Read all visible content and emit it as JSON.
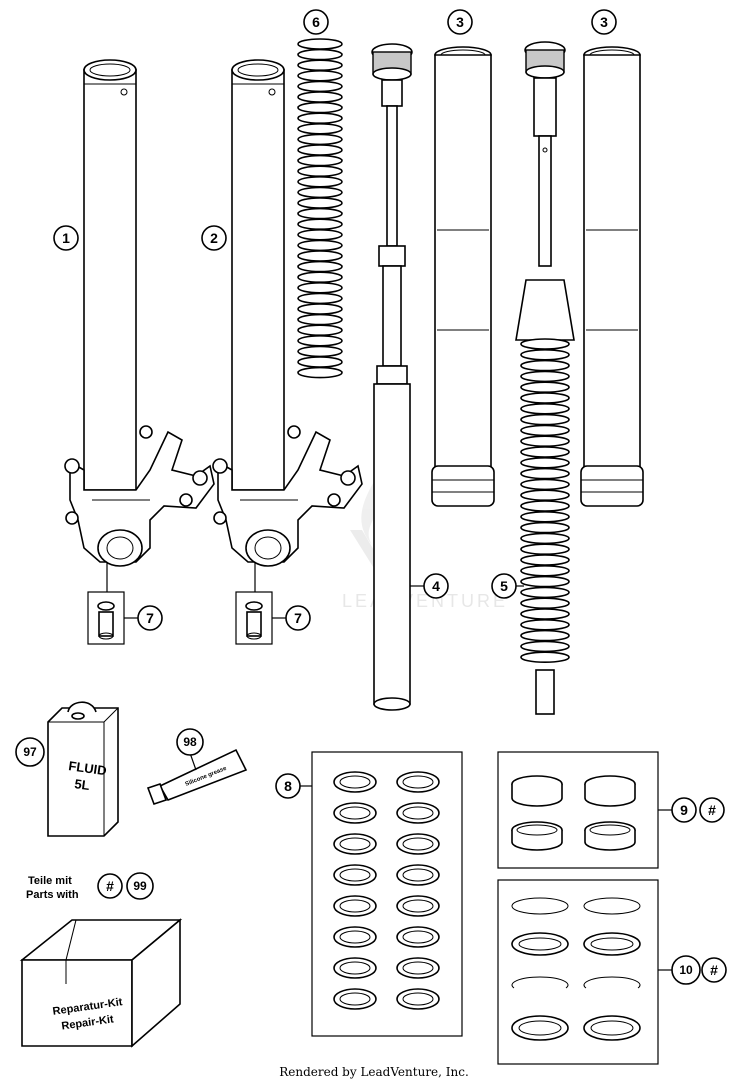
{
  "callouts": {
    "c1": "1",
    "c2": "2",
    "c3a": "3",
    "c3b": "3",
    "c4": "4",
    "c5": "5",
    "c6": "6",
    "c7a": "7",
    "c7b": "7",
    "c8": "8",
    "c9": "9",
    "c9hash": "#",
    "c10": "10",
    "c10hash": "#",
    "c97": "97",
    "c98": "98",
    "c99hash": "#",
    "c99": "99"
  },
  "parts_label": {
    "line1": "Teile mit",
    "line2": "Parts with"
  },
  "fluid_can": {
    "line1": "FLUID",
    "line2": "5L"
  },
  "tube_label": "Silicone grease",
  "repair_kit": {
    "line1": "Reparatur-Kit",
    "line2": "Repair-Kit"
  },
  "watermark": "LEADVENTURE",
  "footer": "Rendered by LeadVenture, Inc."
}
